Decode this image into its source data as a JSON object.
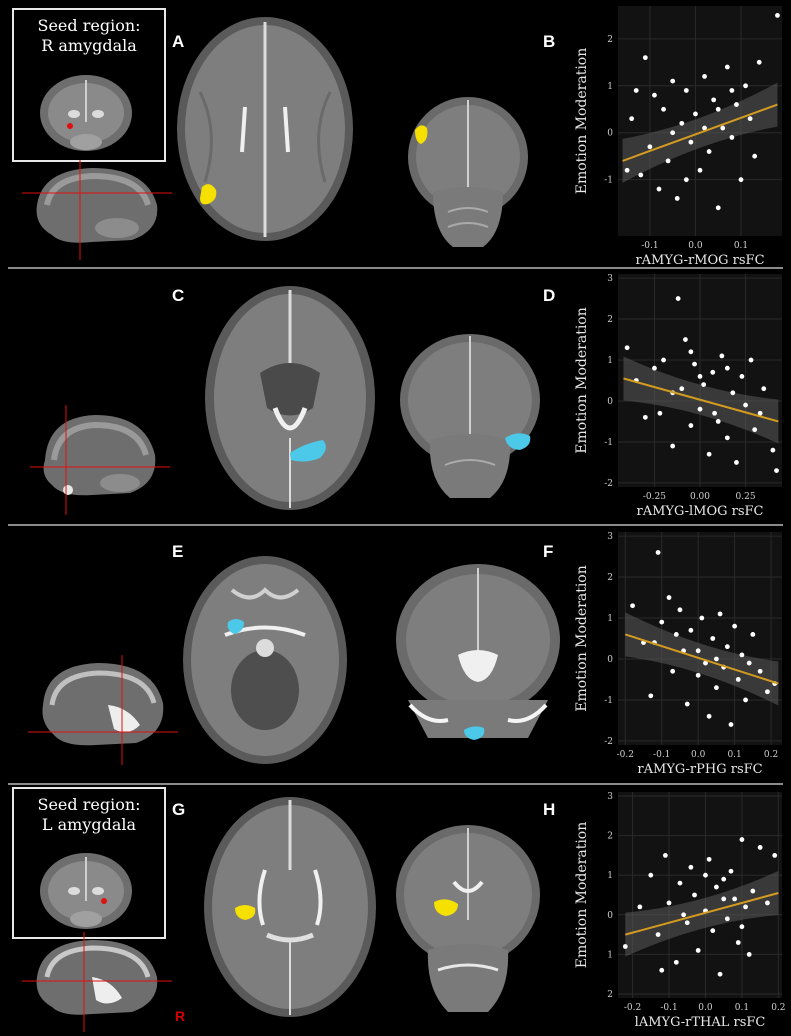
{
  "figure": {
    "panel_letters": [
      "A",
      "B",
      "C",
      "D",
      "E",
      "F",
      "G",
      "H"
    ],
    "seed_boxes": [
      {
        "line1": "Seed region:",
        "line2": "R amygdala"
      },
      {
        "line1": "Seed region:",
        "line2": "L amygdala"
      }
    ],
    "orientation_label": "R",
    "colors": {
      "background": "#000000",
      "cluster_yellow": "#f5e000",
      "cluster_cyan": "#4cc8e8",
      "seed_red": "#e01010",
      "fit_line": "#d39b20",
      "scatter_bg": "#121212",
      "grid": "#2a2a2a"
    }
  },
  "chart_data": [
    {
      "type": "scatter",
      "ylabel": "Emotion Moderation",
      "xlabel": "rAMYG-rMOG rsFC",
      "xlim": [
        -0.17,
        0.19
      ],
      "ylim": [
        -2.2,
        2.7
      ],
      "xticks": [
        -0.1,
        0.0,
        0.1
      ],
      "xtick_labels": [
        "-0.1",
        "0.0",
        "0.1"
      ],
      "yticks": [
        -1,
        0,
        1,
        2
      ],
      "ytick_labels": [
        "-1",
        "0",
        "1",
        "2"
      ],
      "fit": {
        "x": [
          -0.16,
          0.18
        ],
        "y": [
          -0.6,
          0.6
        ]
      },
      "points": [
        [
          -0.14,
          0.3
        ],
        [
          -0.12,
          -0.9
        ],
        [
          -0.11,
          1.6
        ],
        [
          -0.1,
          -0.3
        ],
        [
          -0.09,
          0.8
        ],
        [
          -0.08,
          -1.2
        ],
        [
          -0.07,
          0.5
        ],
        [
          -0.06,
          -0.6
        ],
        [
          -0.05,
          1.1
        ],
        [
          -0.04,
          -1.4
        ],
        [
          -0.03,
          0.2
        ],
        [
          -0.02,
          0.9
        ],
        [
          -0.01,
          -0.2
        ],
        [
          0.0,
          0.4
        ],
        [
          0.01,
          -0.8
        ],
        [
          0.02,
          1.2
        ],
        [
          0.03,
          -0.4
        ],
        [
          0.04,
          0.7
        ],
        [
          0.05,
          -1.6
        ],
        [
          0.06,
          0.1
        ],
        [
          0.07,
          1.4
        ],
        [
          0.08,
          -0.1
        ],
        [
          0.09,
          0.6
        ],
        [
          0.1,
          -1.0
        ],
        [
          0.11,
          1.0
        ],
        [
          0.12,
          0.3
        ],
        [
          0.13,
          -0.5
        ],
        [
          0.14,
          1.5
        ],
        [
          0.18,
          2.5
        ],
        [
          -0.15,
          -0.8
        ],
        [
          -0.13,
          0.9
        ],
        [
          -0.05,
          0.0
        ],
        [
          0.02,
          0.1
        ],
        [
          0.05,
          0.5
        ],
        [
          -0.02,
          -1.0
        ],
        [
          0.08,
          0.9
        ]
      ]
    },
    {
      "type": "scatter",
      "ylabel": "Emotion Moderation",
      "xlabel": "rAMYG-lMOG rsFC",
      "xlim": [
        -0.45,
        0.45
      ],
      "ylim": [
        -2.1,
        3.1
      ],
      "xticks": [
        -0.25,
        0.0,
        0.25
      ],
      "xtick_labels": [
        "-0.25",
        "0.00",
        "0.25"
      ],
      "yticks": [
        -2,
        -1,
        0,
        1,
        2,
        3
      ],
      "ytick_labels": [
        "-2",
        "-1",
        "0",
        "1",
        "2",
        "3"
      ],
      "fit": {
        "x": [
          -0.42,
          0.43
        ],
        "y": [
          0.55,
          -0.5
        ]
      },
      "points": [
        [
          -0.4,
          1.3
        ],
        [
          -0.35,
          0.5
        ],
        [
          -0.3,
          -0.4
        ],
        [
          -0.25,
          0.8
        ],
        [
          -0.2,
          1.0
        ],
        [
          -0.15,
          -1.1
        ],
        [
          -0.12,
          2.5
        ],
        [
          -0.1,
          0.3
        ],
        [
          -0.08,
          1.5
        ],
        [
          -0.05,
          -0.6
        ],
        [
          -0.03,
          0.9
        ],
        [
          0.0,
          -0.2
        ],
        [
          0.02,
          0.4
        ],
        [
          0.05,
          -1.3
        ],
        [
          0.07,
          0.7
        ],
        [
          0.1,
          -0.5
        ],
        [
          0.12,
          1.1
        ],
        [
          0.15,
          -0.9
        ],
        [
          0.18,
          0.2
        ],
        [
          0.2,
          -1.5
        ],
        [
          0.23,
          0.6
        ],
        [
          0.25,
          -0.1
        ],
        [
          0.28,
          1.0
        ],
        [
          0.3,
          -0.7
        ],
        [
          0.35,
          0.3
        ],
        [
          0.4,
          -1.2
        ],
        [
          0.42,
          -1.7
        ],
        [
          -0.22,
          -0.3
        ],
        [
          -0.05,
          1.2
        ],
        [
          0.08,
          -0.3
        ],
        [
          0.15,
          0.8
        ],
        [
          -0.15,
          0.2
        ],
        [
          0.33,
          -0.3
        ],
        [
          0.0,
          0.6
        ]
      ]
    },
    {
      "type": "scatter",
      "ylabel": "Emotion Moderation",
      "xlabel": "rAMYG-rPHG rsFC",
      "xlim": [
        -0.22,
        0.23
      ],
      "ylim": [
        -2.1,
        3.1
      ],
      "xticks": [
        -0.2,
        -0.1,
        0.0,
        0.1,
        0.2
      ],
      "xtick_labels": [
        "-0.2",
        "-0.1",
        "0.0",
        "0.1",
        "0.2"
      ],
      "yticks": [
        -2,
        -1,
        0,
        1,
        2,
        3
      ],
      "ytick_labels": [
        "-2",
        "-1",
        "0",
        "1",
        "2",
        "3"
      ],
      "fit": {
        "x": [
          -0.2,
          0.22
        ],
        "y": [
          0.6,
          -0.6
        ]
      },
      "points": [
        [
          -0.18,
          1.3
        ],
        [
          -0.15,
          0.4
        ],
        [
          -0.13,
          -0.9
        ],
        [
          -0.11,
          2.6
        ],
        [
          -0.1,
          0.9
        ],
        [
          -0.08,
          1.5
        ],
        [
          -0.07,
          -0.3
        ],
        [
          -0.05,
          1.2
        ],
        [
          -0.04,
          0.2
        ],
        [
          -0.03,
          -1.1
        ],
        [
          -0.02,
          0.7
        ],
        [
          0.0,
          -0.4
        ],
        [
          0.01,
          1.0
        ],
        [
          0.02,
          -0.1
        ],
        [
          0.03,
          -1.4
        ],
        [
          0.04,
          0.5
        ],
        [
          0.05,
          -0.7
        ],
        [
          0.06,
          1.1
        ],
        [
          0.07,
          -0.2
        ],
        [
          0.08,
          0.3
        ],
        [
          0.09,
          -1.6
        ],
        [
          0.1,
          0.8
        ],
        [
          0.11,
          -0.5
        ],
        [
          0.12,
          0.1
        ],
        [
          0.13,
          -1.0
        ],
        [
          0.15,
          0.6
        ],
        [
          0.17,
          -0.3
        ],
        [
          0.19,
          -0.8
        ],
        [
          0.21,
          -0.6
        ],
        [
          -0.06,
          0.6
        ],
        [
          0.0,
          0.2
        ],
        [
          0.05,
          0.0
        ],
        [
          -0.12,
          0.4
        ],
        [
          0.14,
          -0.1
        ]
      ]
    },
    {
      "type": "scatter",
      "ylabel": "Emotion Moderation",
      "xlabel": "lAMYG-rTHAL rsFC",
      "xlim": [
        -0.24,
        0.21
      ],
      "ylim": [
        -2.1,
        3.1
      ],
      "xticks": [
        -0.2,
        -0.1,
        0.0,
        0.1,
        0.2
      ],
      "xtick_labels": [
        "-0.2",
        "-0.1",
        "0.0",
        "0.1",
        "0.2"
      ],
      "yticks": [
        -2,
        -1,
        0,
        1,
        2,
        3
      ],
      "ytick_labels": [
        "2",
        "1",
        "0",
        "1",
        "2",
        "3"
      ],
      "fit": {
        "x": [
          -0.22,
          0.2
        ],
        "y": [
          -0.5,
          0.55
        ]
      },
      "points": [
        [
          -0.22,
          -0.8
        ],
        [
          -0.18,
          0.2
        ],
        [
          -0.15,
          1.0
        ],
        [
          -0.13,
          -0.5
        ],
        [
          -0.11,
          1.5
        ],
        [
          -0.1,
          0.3
        ],
        [
          -0.08,
          -1.2
        ],
        [
          -0.07,
          0.8
        ],
        [
          -0.05,
          -0.2
        ],
        [
          -0.04,
          1.2
        ],
        [
          -0.03,
          0.5
        ],
        [
          -0.02,
          -0.9
        ],
        [
          0.0,
          0.1
        ],
        [
          0.01,
          1.4
        ],
        [
          0.02,
          -0.4
        ],
        [
          0.03,
          0.7
        ],
        [
          0.04,
          -1.5
        ],
        [
          0.05,
          0.9
        ],
        [
          0.06,
          -0.1
        ],
        [
          0.07,
          1.1
        ],
        [
          0.08,
          0.4
        ],
        [
          0.09,
          -0.7
        ],
        [
          0.1,
          1.9
        ],
        [
          0.11,
          0.2
        ],
        [
          0.12,
          -1.0
        ],
        [
          0.13,
          0.6
        ],
        [
          0.15,
          1.7
        ],
        [
          0.17,
          0.3
        ],
        [
          0.19,
          1.5
        ],
        [
          -0.12,
          -1.4
        ],
        [
          -0.06,
          0.0
        ],
        [
          0.0,
          1.0
        ],
        [
          0.05,
          0.4
        ],
        [
          0.1,
          -0.3
        ]
      ]
    }
  ]
}
